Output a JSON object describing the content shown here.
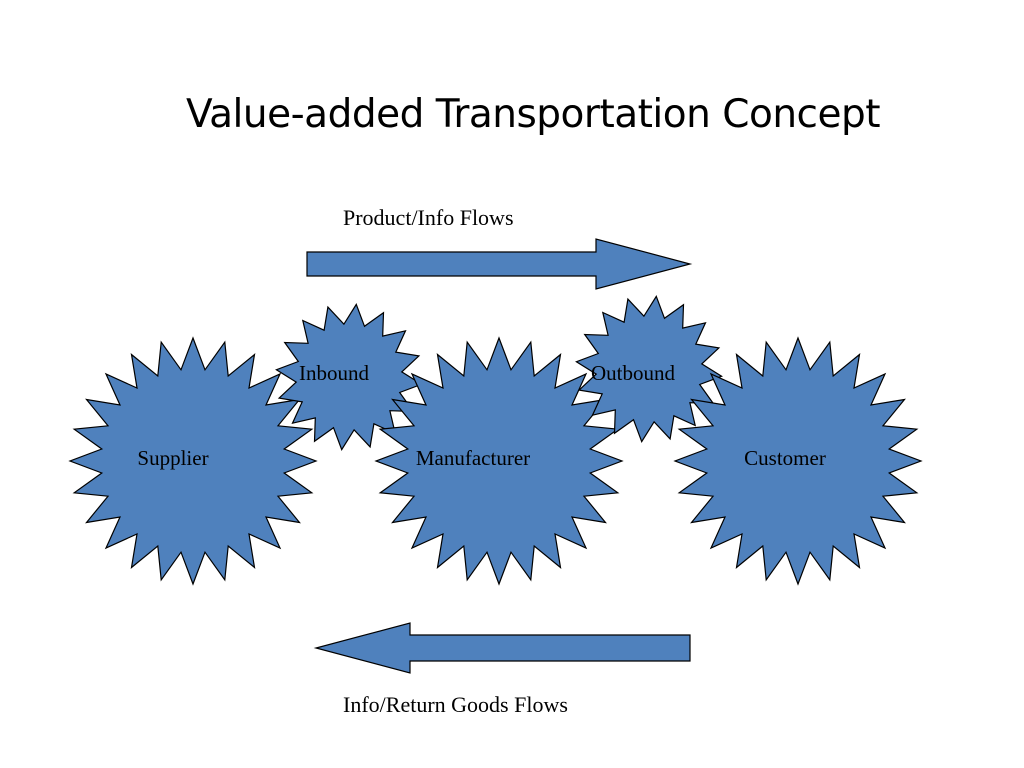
{
  "title": "Value-added Transportation Concept",
  "diagram": {
    "top_flow_label": "Product/Info Flows",
    "bottom_flow_label": "Info/Return Goods Flows",
    "nodes": {
      "supplier": "Supplier",
      "manufacturer": "Manufacturer",
      "customer": "Customer",
      "inbound": "Inbound",
      "outbound": "Outbound"
    }
  },
  "colors": {
    "shape_fill": "#4f81bd",
    "shape_stroke": "#000000"
  }
}
